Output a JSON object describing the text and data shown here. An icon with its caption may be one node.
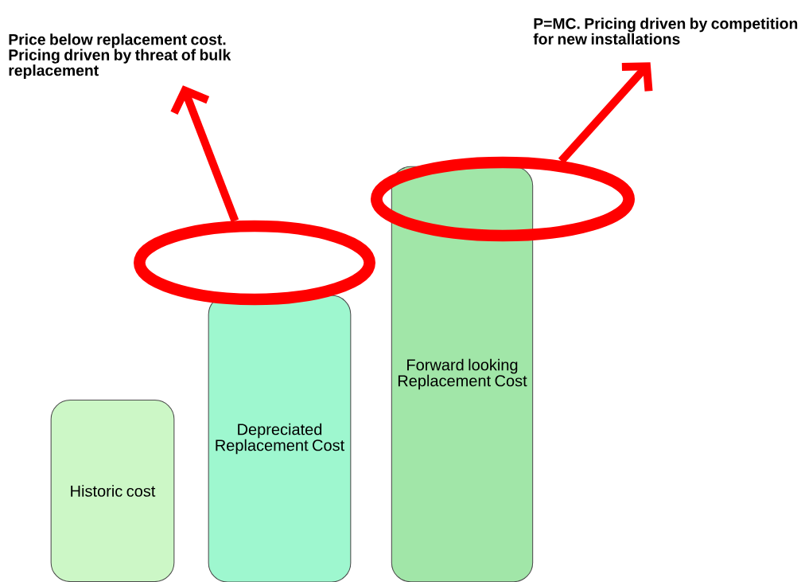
{
  "diagram": {
    "nodes": [
      {
        "text": [
          "Price below replacement cost. Pricing driven by threat of bulk replacement"
        ]
      },
      {
        "text": [
          "P=MC. Pricing driven by competition for new installations"
        ]
      },
      {
        "text": [],
        "shape": "ellipse"
      },
      {
        "text": [],
        "shape": "ellipse"
      },
      {
        "text": [
          "Historic cost"
        ]
      },
      {
        "text": [
          "Depreciated Replacement Cost"
        ]
      },
      {
        "text": [
          "Forward looking Replacement Cost"
        ]
      }
    ],
    "edges": [
      {
        "from": 2,
        "to": 0,
        "arrow": "to"
      },
      {
        "from": 3,
        "to": 1,
        "arrow": "to"
      }
    ]
  }
}
